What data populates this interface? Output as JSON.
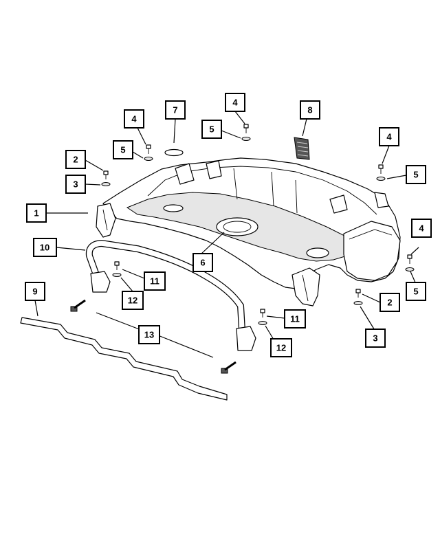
{
  "callouts": [
    {
      "id": "1",
      "label": "1"
    },
    {
      "id": "2a",
      "label": "2"
    },
    {
      "id": "2b",
      "label": "2"
    },
    {
      "id": "3a",
      "label": "3"
    },
    {
      "id": "3b",
      "label": "3"
    },
    {
      "id": "4a",
      "label": "4"
    },
    {
      "id": "4b",
      "label": "4"
    },
    {
      "id": "4c",
      "label": "4"
    },
    {
      "id": "4d",
      "label": "4"
    },
    {
      "id": "5a",
      "label": "5"
    },
    {
      "id": "5b",
      "label": "5"
    },
    {
      "id": "5c",
      "label": "5"
    },
    {
      "id": "5d",
      "label": "5"
    },
    {
      "id": "6",
      "label": "6"
    },
    {
      "id": "7",
      "label": "7"
    },
    {
      "id": "8",
      "label": "8"
    },
    {
      "id": "9",
      "label": "9"
    },
    {
      "id": "10",
      "label": "10"
    },
    {
      "id": "11a",
      "label": "11"
    },
    {
      "id": "11b",
      "label": "11"
    },
    {
      "id": "12a",
      "label": "12"
    },
    {
      "id": "12b",
      "label": "12"
    },
    {
      "id": "13",
      "label": "13"
    }
  ]
}
